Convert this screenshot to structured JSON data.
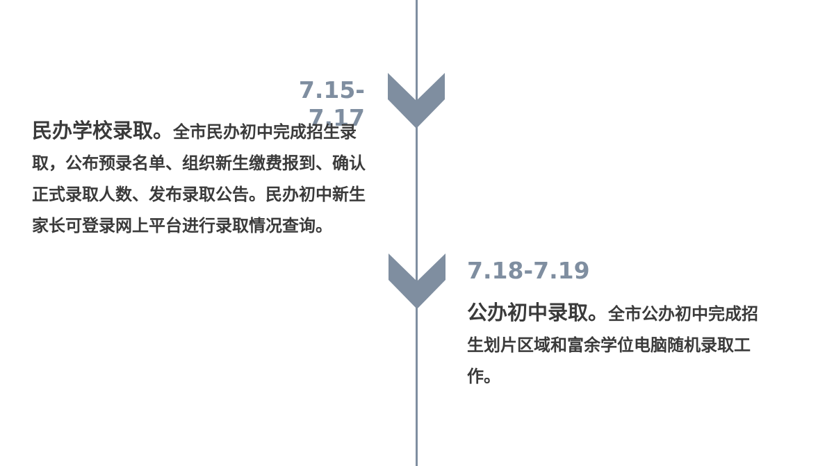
{
  "timeline": {
    "line_color": "#7f8ea0",
    "text_color": "#3a3a3a",
    "events": [
      {
        "date": "7.15-7.17",
        "title": "民办学校录取。",
        "body": "全市民办初中完成招生录取，公布预录名单、组织新生缴费报到、确认正式录取人数、发布录取公告。民办初中新生家长可登录网上平台进行录取情况查询。",
        "icon": "chevron-down-icon"
      },
      {
        "date": "7.18-7.19",
        "title": "公办初中录取。",
        "body": "全市公办初中完成招生划片区域和富余学位电脑随机录取工作。",
        "icon": "chevron-down-icon"
      }
    ]
  }
}
